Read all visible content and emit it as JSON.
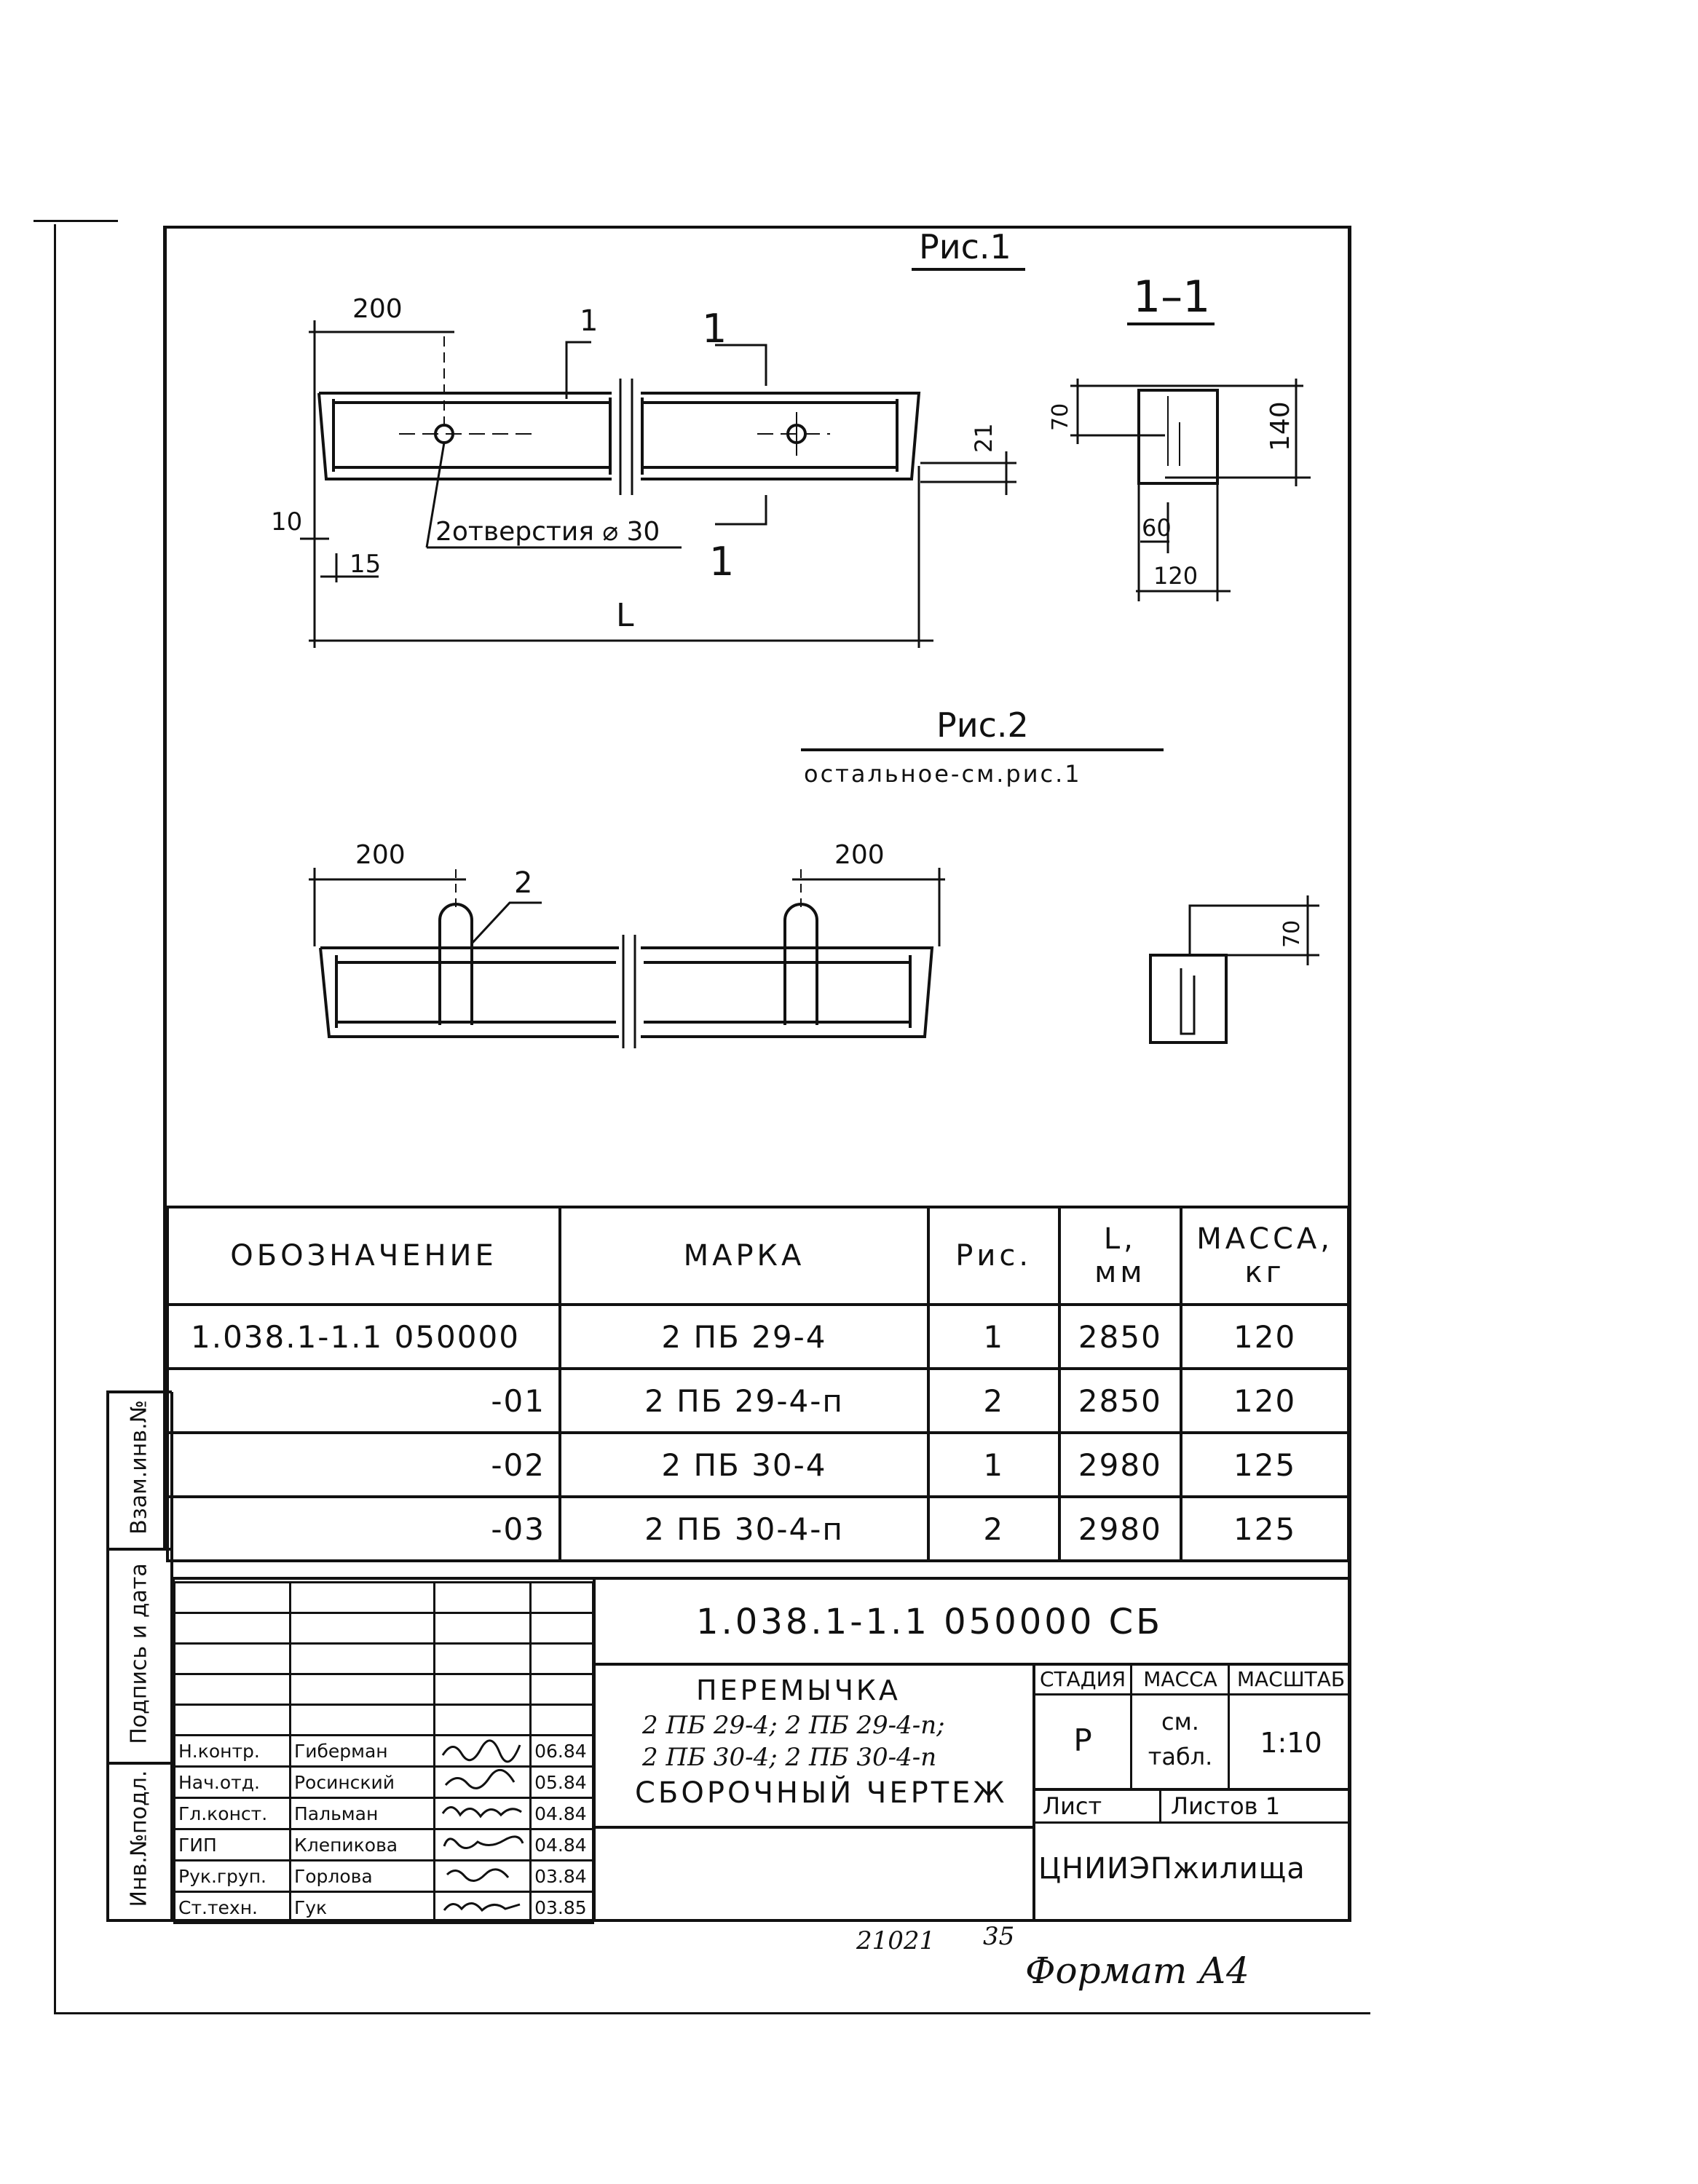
{
  "figures": {
    "fig1": {
      "title": "Рис.1",
      "section_label": "1–1",
      "callout_1": "1",
      "cut_label_top": "1",
      "cut_label_bottom": "1",
      "holes_note": "2отверстия ⌀ 30",
      "length_label": "L"
    },
    "fig1_dims": {
      "d200": "200",
      "d10": "10",
      "d15": "15",
      "d21": "21",
      "d70": "70",
      "d140": "140",
      "d60": "60",
      "d120": "120"
    },
    "fig2": {
      "title": "Рис.2",
      "subtitle": "остальное-см.рис.1",
      "callout_2": "2",
      "d200_left": "200",
      "d200_right": "200",
      "d70": "70"
    }
  },
  "spec_table": {
    "headers": {
      "designation": "ОБОЗНАЧЕНИЕ",
      "mark": "МАРКА",
      "fig": "Рис.",
      "length": "L,\nмм",
      "mass": "МАССА,\nкг"
    },
    "rows": [
      {
        "designation": "1.038.1-1.1 050000",
        "mark": "2 ПБ 29-4",
        "fig": "1",
        "length": "2850",
        "mass": "120"
      },
      {
        "designation": "-01",
        "mark": "2 ПБ 29-4-п",
        "fig": "2",
        "length": "2850",
        "mass": "120"
      },
      {
        "designation": "-02",
        "mark": "2 ПБ 30-4",
        "fig": "1",
        "length": "2980",
        "mass": "125"
      },
      {
        "designation": "-03",
        "mark": "2 ПБ 30-4-п",
        "fig": "2",
        "length": "2980",
        "mass": "125"
      }
    ]
  },
  "side_labels": {
    "inv_vzam": "Взам.инв.№",
    "sign_date": "Подпись и дата",
    "inv_podl": "Инв.№подл."
  },
  "stamp": {
    "doc_code": "1.038.1-1.1  050000 СБ",
    "title_line1": "ПЕРЕМЫЧКА",
    "title_line2": "2 ПБ 29-4; 2 ПБ 29-4-п;",
    "title_line3": "2 ПБ 30-4; 2 ПБ 30-4-п",
    "title_line4": "СБОРОЧНЫЙ ЧЕРТЕЖ",
    "stage_header": "СТАДИЯ",
    "mass_header": "МАССА",
    "scale_header": "МАСШТАБ",
    "stage_value": "Р",
    "mass_value_1": "см.",
    "mass_value_2": "табл.",
    "scale_value": "1:10",
    "sheet_label": "Лист",
    "sheets_label": "Листов 1",
    "organization": "ЦНИИЭПжилища",
    "signatures": [
      {
        "role": "Н.контр.",
        "name": "Гиберман",
        "date": "06.84"
      },
      {
        "role": "Нач.отд.",
        "name": "Росинский",
        "date": "05.84"
      },
      {
        "role": "Гл.конст.",
        "name": "Пальман",
        "date": "04.84"
      },
      {
        "role": "ГИП",
        "name": "Клепикова",
        "date": "04.84"
      },
      {
        "role": "Рук.груп.",
        "name": "Горлова",
        "date": "03.84"
      },
      {
        "role": "Ст.техн.",
        "name": "Гук",
        "date": "03.85"
      }
    ]
  },
  "footer": {
    "number": "21021",
    "number2": "35",
    "format": "Формат А4"
  }
}
